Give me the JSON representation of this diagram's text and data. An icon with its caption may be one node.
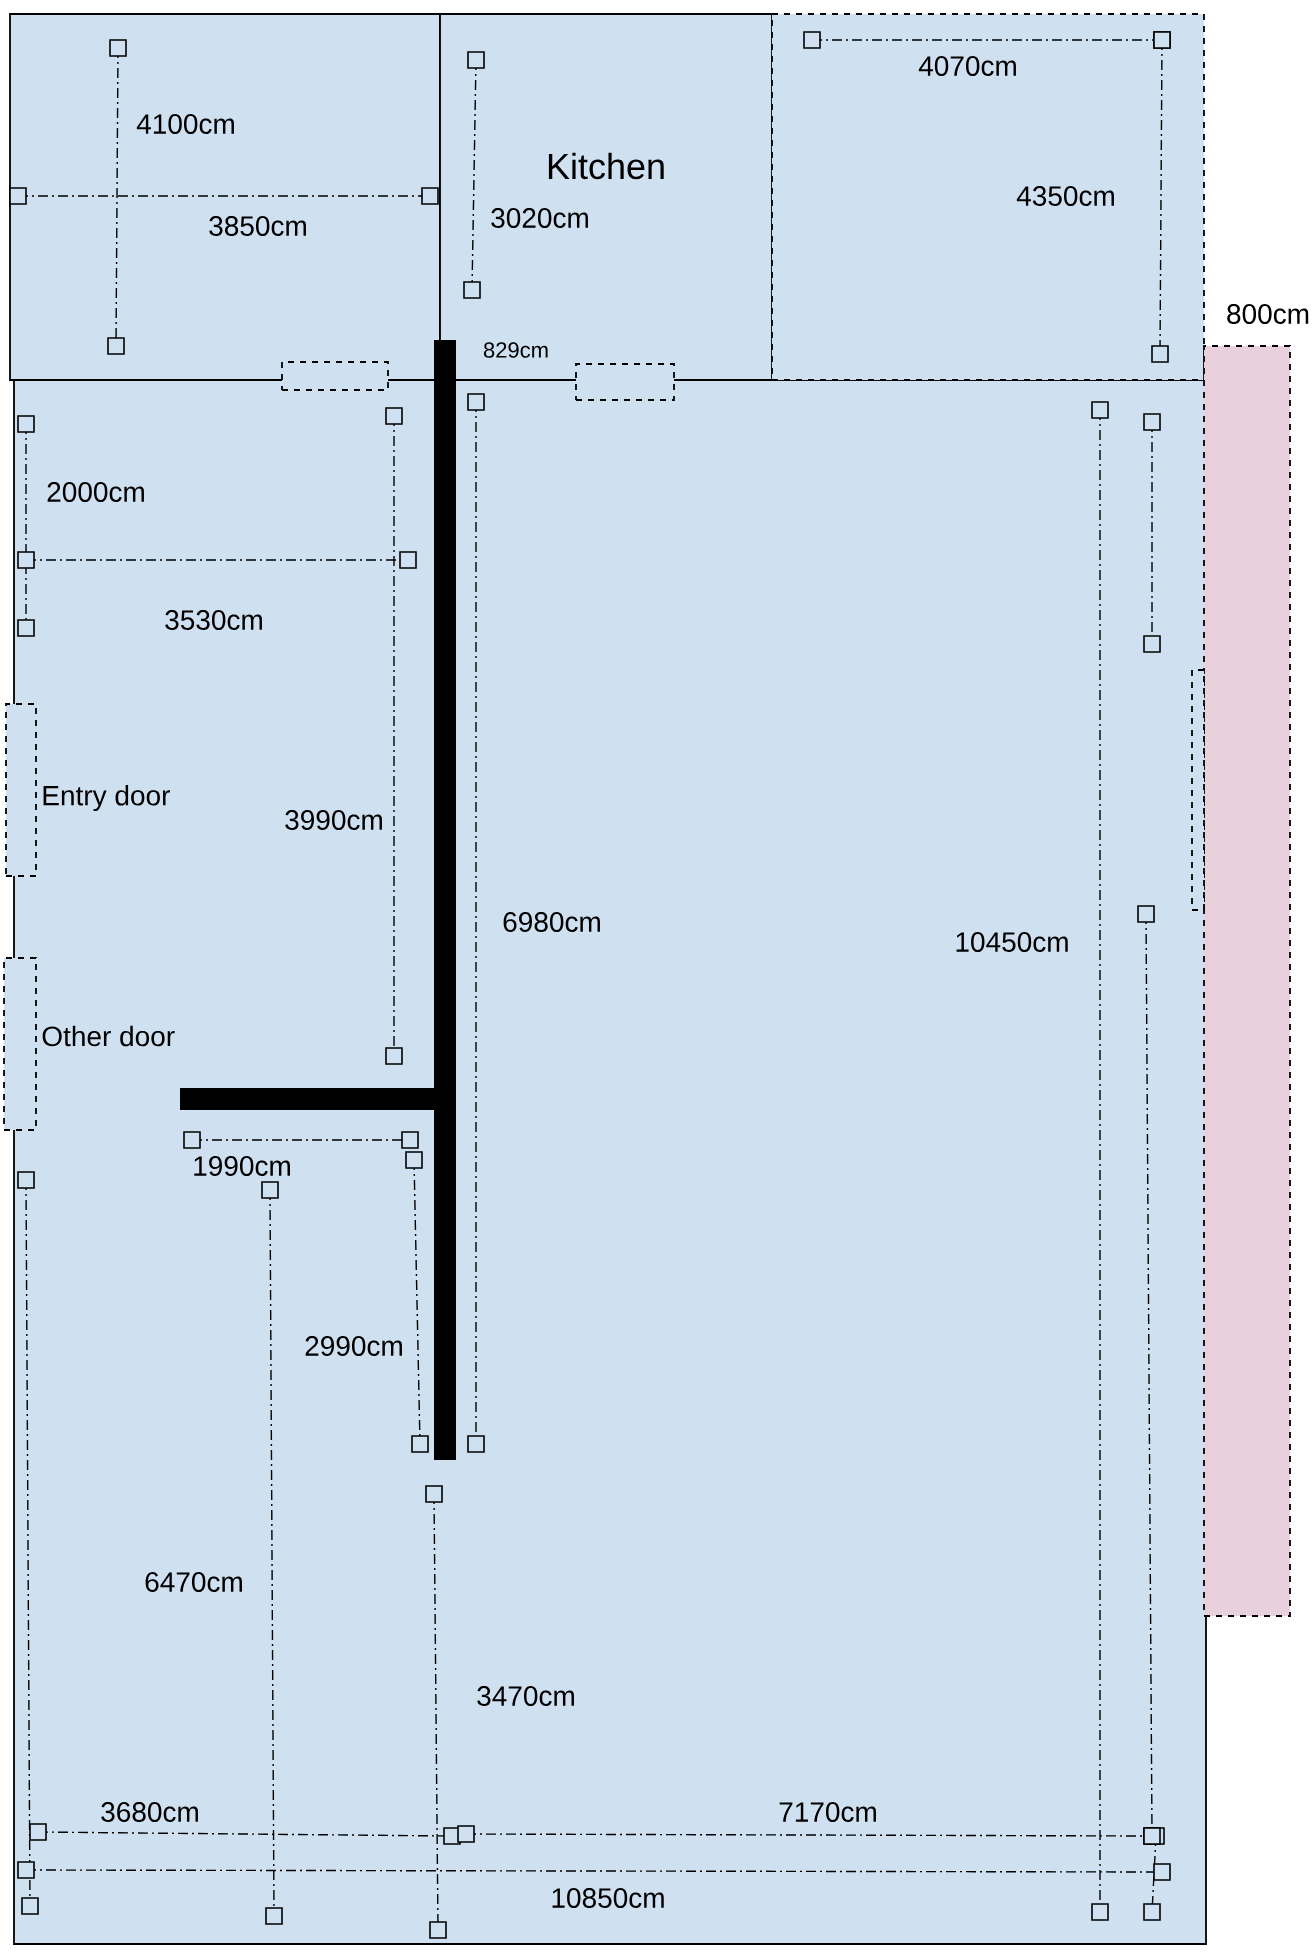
{
  "diagram": {
    "nodes": [
      {
        "text": [],
        "shape": "box"
      },
      {
        "text": [
          "Kitchen"
        ]
      },
      {
        "text": [],
        "shape": "box"
      },
      {
        "text": [],
        "shape": "box"
      },
      {
        "text": [],
        "shape": "box"
      },
      {
        "text": [],
        "shape": "box"
      },
      {
        "text": [],
        "shape": "box"
      },
      {
        "text": [],
        "shape": "box",
        "in": 5
      },
      {
        "text": [
          "Entry door"
        ]
      },
      {
        "text": [
          "Other door"
        ]
      }
    ],
    "labels": [
      "4100cm",
      "4070cm",
      "4350cm",
      "3850cm",
      "3020cm",
      "800cm",
      "829cm",
      "2000cm",
      "3530cm",
      "3990cm",
      "6980cm",
      "10450cm",
      "1990cm",
      "2990cm",
      "6470cm",
      "3470cm",
      "3680cm",
      "7170cm",
      "10850cm"
    ]
  }
}
